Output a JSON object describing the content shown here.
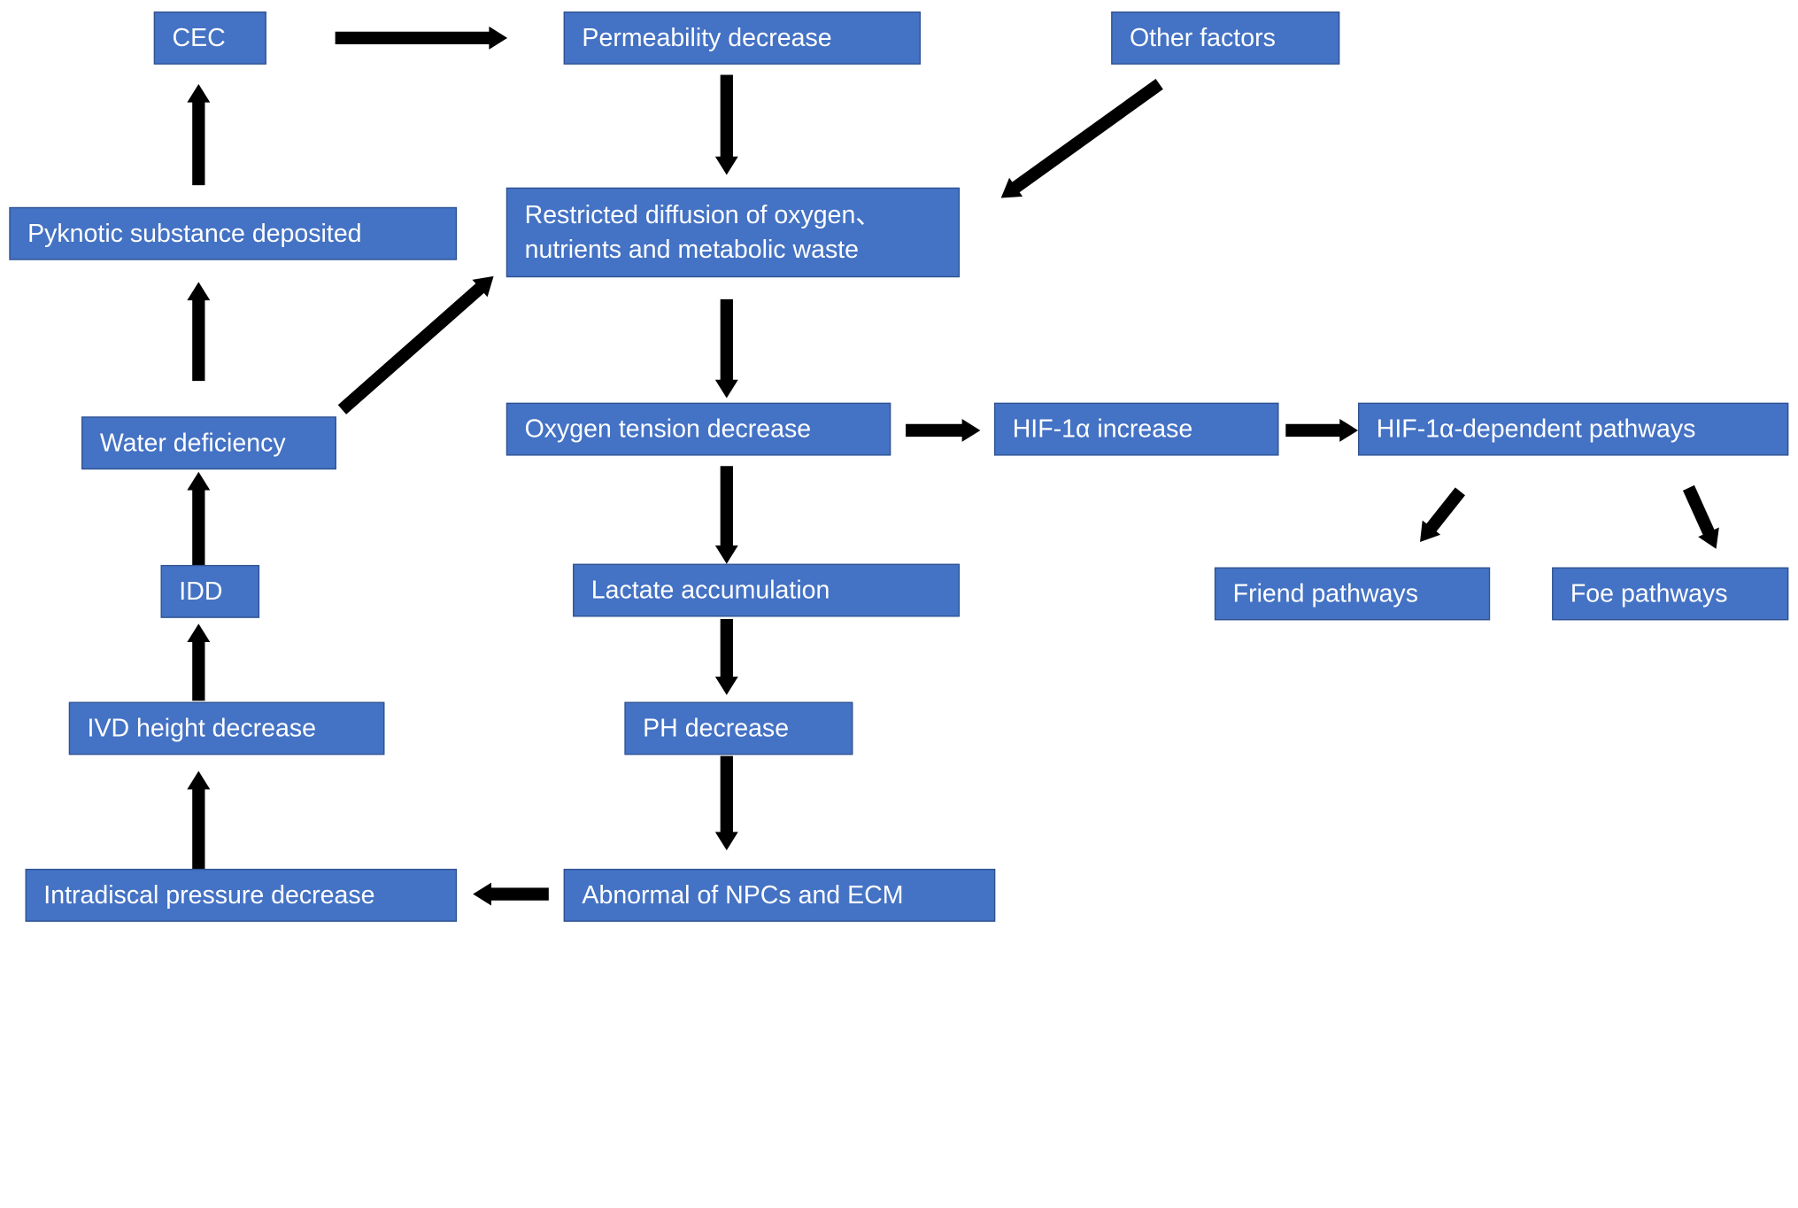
{
  "nodes": {
    "cec": "CEC",
    "permeability_decrease": "Permeability decrease",
    "other_factors": "Other factors",
    "restricted_diffusion": "Restricted diffusion of oxygen、nutrients and metabolic waste",
    "pyknotic_substance": "Pyknotic substance deposited",
    "oxygen_tension_decrease": "Oxygen tension decrease",
    "hif_increase": "HIF-1α increase",
    "hif_pathways": "HIF-1α-dependent pathways",
    "water_deficiency": "Water deficiency",
    "lactate_accumulation": "Lactate accumulation",
    "friend_pathways": "Friend pathways",
    "foe_pathways": "Foe pathways",
    "idd": "IDD",
    "ivd_height_decrease": "IVD height decrease",
    "ph_decrease": "PH decrease",
    "intradiscal_pressure_decrease": "Intradiscal pressure decrease",
    "abnormal_npcs_ecm": "Abnormal of NPCs and ECM"
  },
  "colors": {
    "box_fill": "#4472c4",
    "box_border": "#2f528f",
    "box_text": "#ffffff",
    "arrow": "#000000"
  }
}
